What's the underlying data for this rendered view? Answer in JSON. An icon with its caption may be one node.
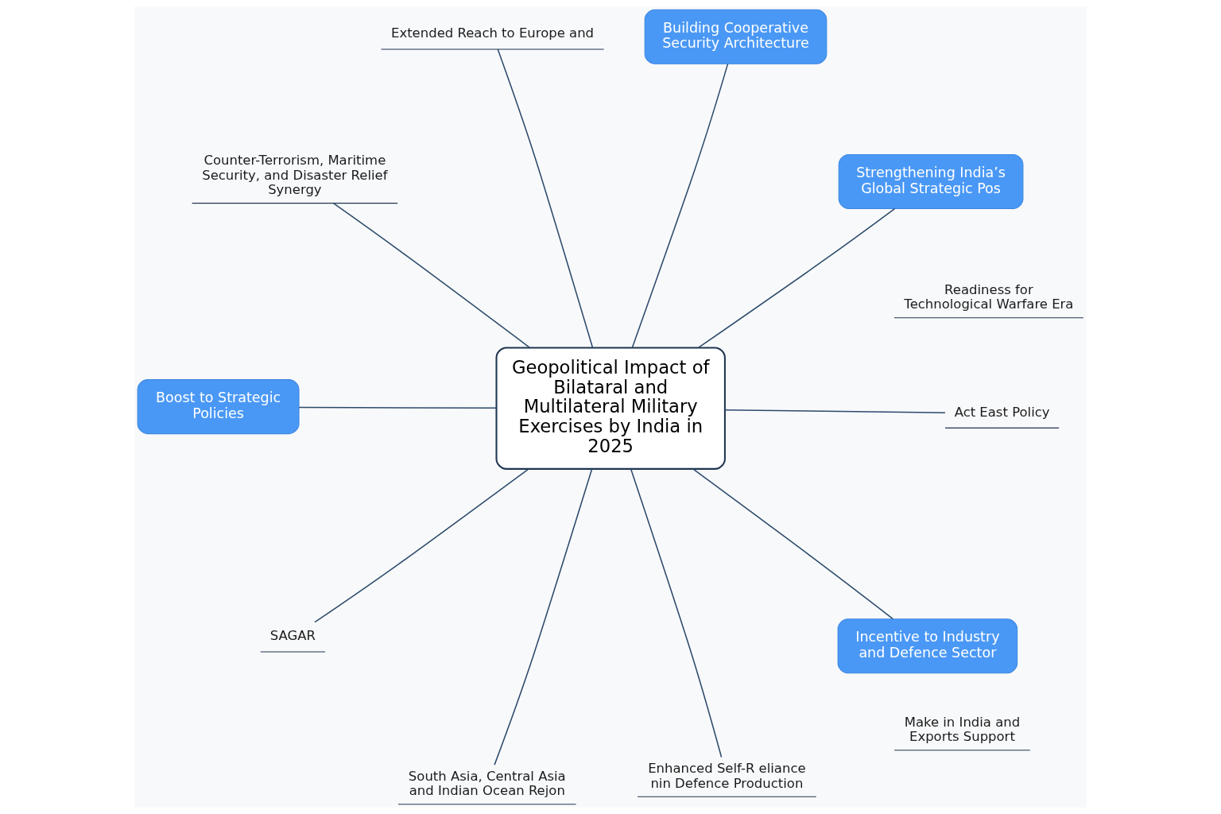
{
  "diagram": {
    "nodes": [
      {
        "text": [
          "Geopolitical Impact of Bilataral and Multilateral Military Exercises by India in 2025"
        ]
      },
      {
        "text": [
          "Strengthening India’s Global Strategic Pos"
        ]
      },
      {
        "text": [
          "South Asia, Central Asia and Indian Ocean Rejon"
        ]
      },
      {
        "text": [
          "Extended Reach to Europe and"
        ]
      },
      {
        "text": [
          "Building Cooperative Security Architecture"
        ]
      },
      {
        "text": [
          "Counter-Terrorism, Maritime Security, and Disaster Relief Synergy"
        ]
      },
      {
        "text": [
          "Readiness for Technological Warfare Era"
        ]
      },
      {
        "text": [
          "Boost to Strategic Policies"
        ]
      },
      {
        "text": [
          "Act East Policy"
        ]
      },
      {
        "text": [
          "SAGAR"
        ]
      },
      {
        "text": [
          "Incentive to Industry and Defence Sector"
        ]
      },
      {
        "text": [
          "Make in India and Exports Support"
        ]
      },
      {
        "text": [
          "Enhanced Self-R eliance nin Defence Production"
        ]
      }
    ],
    "edges": [
      {
        "from": 0,
        "to": 1,
        "arrow": "none"
      },
      {
        "from": 0,
        "to": 2,
        "arrow": "none"
      },
      {
        "from": 0,
        "to": 3,
        "arrow": "none"
      },
      {
        "from": 0,
        "to": 4,
        "arrow": "none"
      },
      {
        "from": 0,
        "to": 5,
        "arrow": "none"
      },
      {
        "from": 0,
        "to": 7,
        "arrow": "none"
      },
      {
        "from": 0,
        "to": 8,
        "arrow": "none"
      },
      {
        "from": 0,
        "to": 9,
        "arrow": "none"
      },
      {
        "from": 0,
        "to": 10,
        "arrow": "none"
      },
      {
        "from": 0,
        "to": 12,
        "arrow": "none"
      }
    ]
  }
}
